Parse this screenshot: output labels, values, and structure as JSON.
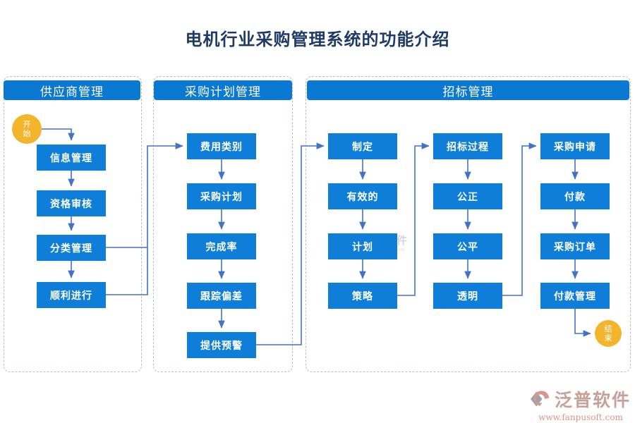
{
  "title": "电机行业采购管理系统的功能介绍",
  "colors": {
    "node_blue": "#0e7ed8",
    "header_blue": "#0b79d2",
    "arrow_blue": "#4472c4",
    "terminal_yellow": "#f2b52b",
    "panel_border": "#b3bfd9",
    "title_navy": "#1e3a66",
    "brand_pink": "#de9488"
  },
  "terminals": {
    "start": "开始",
    "end": "结束"
  },
  "sections": [
    {
      "title": "供应商管理",
      "nodes": [
        "信息管理",
        "资格审核",
        "分类管理",
        "顺利进行"
      ]
    },
    {
      "title": "采购计划管理",
      "nodes": [
        "费用类别",
        "采购计划",
        "完成率",
        "跟踪偏差",
        "提供预警"
      ]
    },
    {
      "title": "招标管理",
      "columns": [
        [
          "制定",
          "有效的",
          "计划",
          "策略"
        ],
        [
          "招标过程",
          "公正",
          "公平",
          "透明"
        ],
        [
          "采购申请",
          "付款",
          "采购订单",
          "付款管理"
        ]
      ]
    }
  ],
  "watermark": {
    "text": "泛普软件"
  },
  "logo": {
    "name": "泛普软件",
    "url": "www.fanpusoft.com"
  }
}
